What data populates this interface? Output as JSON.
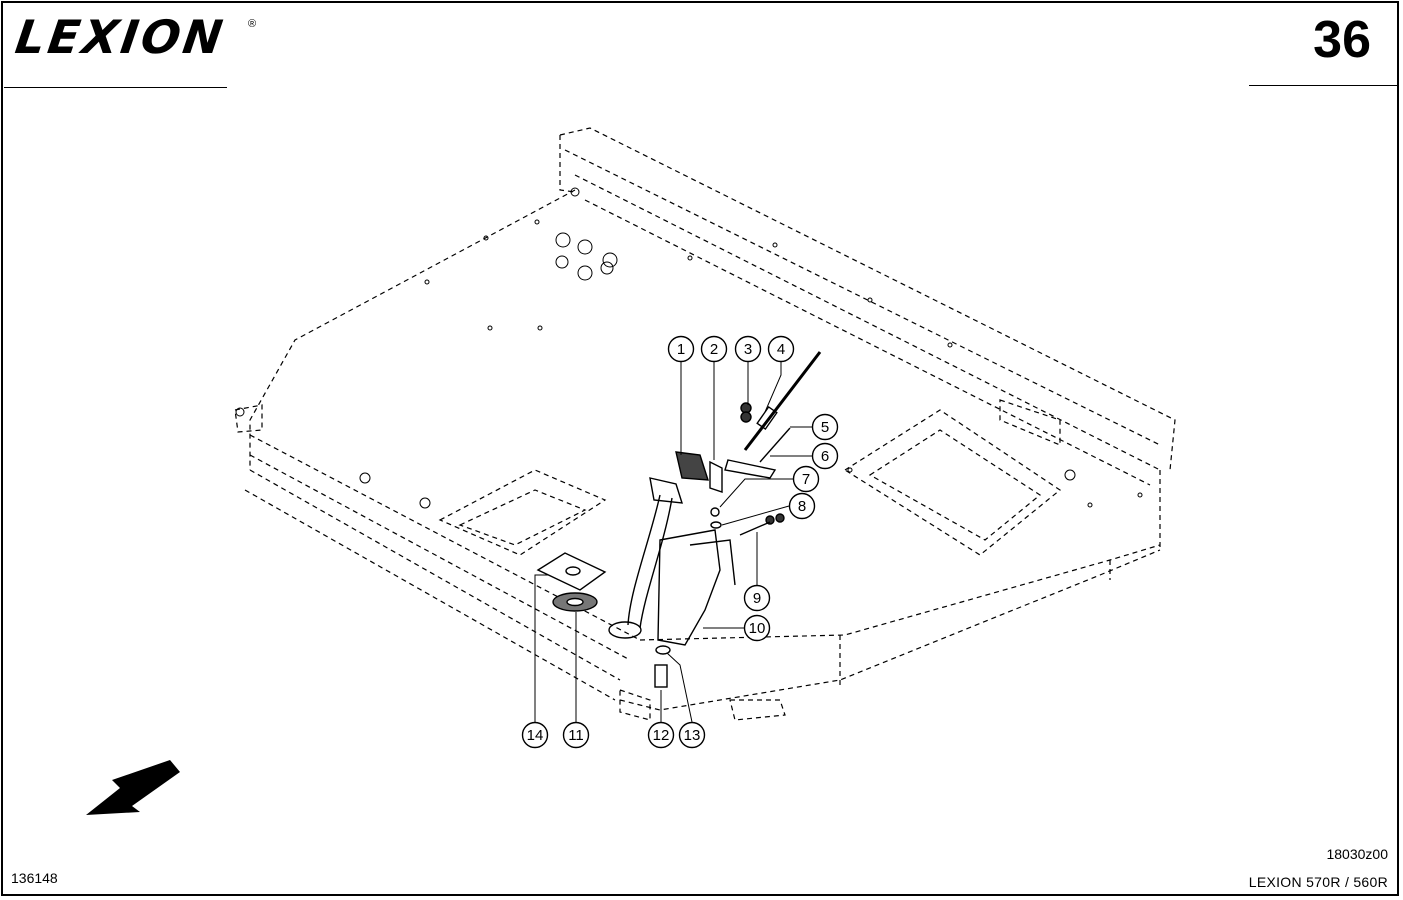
{
  "header": {
    "brand": "LEXION",
    "brand_mark": "®",
    "page_number": "36"
  },
  "footer": {
    "left_code": "136148",
    "drawing_code": "18030z00",
    "model": "LEXION  570R / 560R"
  },
  "callouts": [
    "1",
    "2",
    "3",
    "4",
    "5",
    "6",
    "7",
    "8",
    "9",
    "10",
    "11",
    "12",
    "13",
    "14"
  ]
}
